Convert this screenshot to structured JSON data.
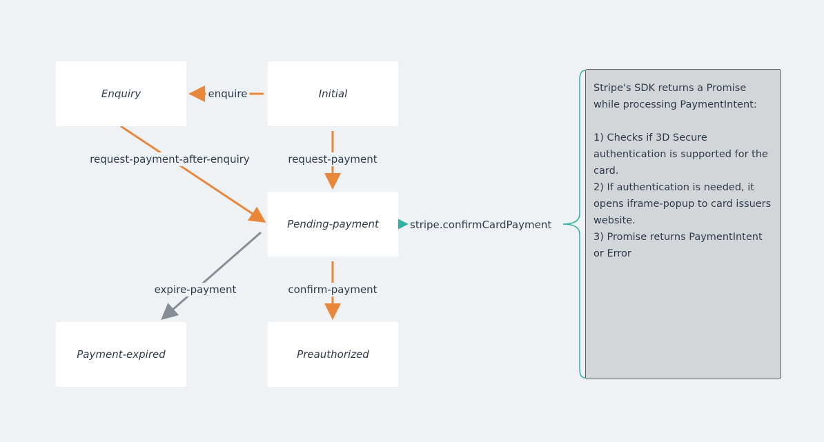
{
  "states": {
    "enquiry": "Enquiry",
    "initial": "Initial",
    "pending": "Pending-payment",
    "expired": "Payment-expired",
    "preauthorized": "Preauthorized"
  },
  "transitions": {
    "enquire": "enquire",
    "request_after_enquiry": "request-payment-after-enquiry",
    "request_payment": "request-payment",
    "expire_payment": "expire-payment",
    "confirm_payment": "confirm-payment",
    "confirm_card": "stripe.confirmCardPayment"
  },
  "note": {
    "intro": "Stripe's SDK returns a Promise while processing PaymentIntent:",
    "step1": "1) Checks if 3D Secure authentication is supported for the card.",
    "step2": "2) If authentication is needed, it opens iframe-popup to card issuers website.",
    "step3": "3) Promise returns PaymentIntent or Error"
  },
  "colors": {
    "background": "#eff2f5",
    "state_fill": "#ffffff",
    "orange_arrow": "#e8873a",
    "gray_arrow": "#868d94",
    "teal_arrow": "#2fb3a0",
    "note_fill": "#d3d6d9",
    "note_border": "#555b61"
  }
}
